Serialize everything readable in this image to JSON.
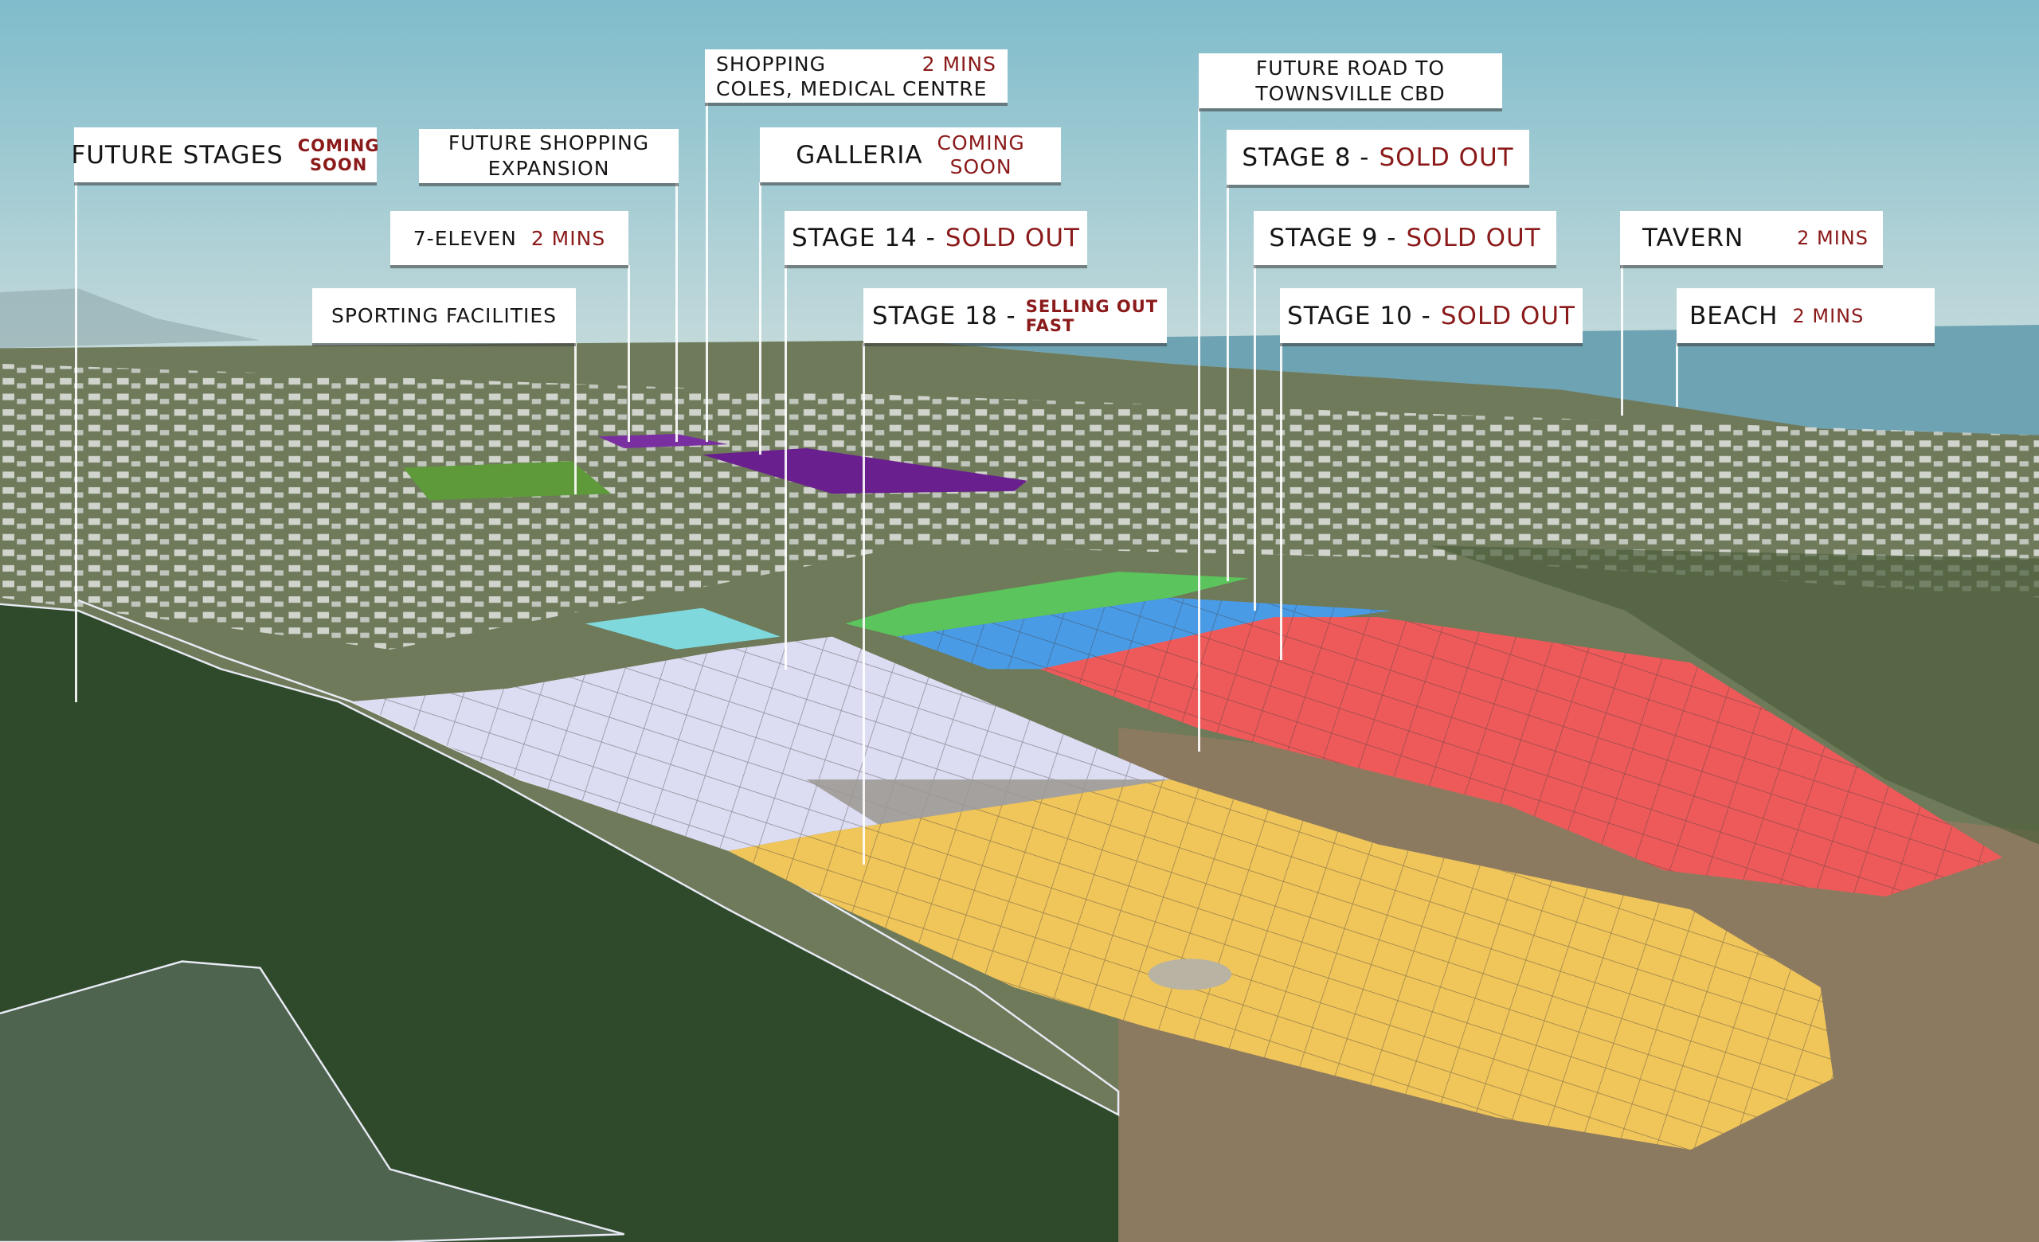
{
  "labels": {
    "future_stages": {
      "title": "FUTURE STAGES",
      "status_line1": "COMING",
      "status_line2": "SOON"
    },
    "future_shopping": {
      "line1": "FUTURE SHOPPING",
      "line2": "EXPANSION"
    },
    "shopping": {
      "title": "SHOPPING",
      "time": "2 MINS",
      "subtitle": "COLES, MEDICAL CENTRE"
    },
    "seven_eleven": {
      "title": "7-ELEVEN",
      "time": "2 MINS"
    },
    "sporting": {
      "title": "SPORTING FACILITIES"
    },
    "galleria": {
      "title": "GALLERIA",
      "status_line1": "COMING",
      "status_line2": "SOON"
    },
    "stage14": {
      "title": "STAGE 14 -",
      "status": "SOLD OUT"
    },
    "stage18": {
      "title": "STAGE 18 -",
      "status_line1": "SELLING OUT",
      "status_line2": "FAST"
    },
    "future_road": {
      "line1": "FUTURE ROAD TO",
      "line2": "TOWNSVILLE CBD"
    },
    "stage8": {
      "title": "STAGE 8 -",
      "status": "SOLD OUT"
    },
    "stage9": {
      "title": "STAGE 9 -",
      "status": "SOLD OUT"
    },
    "stage10": {
      "title": "STAGE 10 -",
      "status": "SOLD OUT"
    },
    "tavern": {
      "title": "TAVERN",
      "time": "2 MINS"
    },
    "beach": {
      "title": "BEACH",
      "time": "2 MINS"
    }
  },
  "colors": {
    "status_red": "#8b1a1a",
    "stage18_yellow": "#f0c55a",
    "sold_red": "#ee5a5a",
    "sold_blue": "#4a9be6",
    "sold_green": "#5cc45c",
    "future_lavender": "#dcdcf2",
    "galleria_purple": "#6a1f8f"
  }
}
